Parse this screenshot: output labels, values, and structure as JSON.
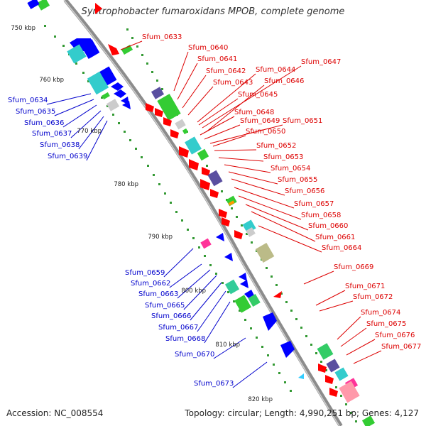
{
  "title": "Syntrophobacter fumaroxidans MPOB, complete genome",
  "footer": {
    "accession": "Accession: NC_008554",
    "summary": "Topology: circular; Length: 4,990,251 bp; Genes: 4,127"
  },
  "colors": {
    "forward_label": "#dd0000",
    "reverse_label": "#0000cc",
    "backbone": "#8c8c8c",
    "tick": "#339933"
  },
  "kbp_ticks": [
    {
      "label": "750 kbp"
    },
    {
      "label": "760 kbp"
    },
    {
      "label": "770 kbp"
    },
    {
      "label": "780 kbp"
    },
    {
      "label": "790 kbp"
    },
    {
      "label": "800 kbp"
    },
    {
      "label": "810 kbp"
    },
    {
      "label": "820 kbp"
    }
  ],
  "forward_labels": [
    "Sfum_0633",
    "Sfum_0640",
    "Sfum_0641",
    "Sfum_0642",
    "Sfum_0643",
    "Sfum_0644",
    "Sfum_0647",
    "Sfum_0646",
    "Sfum_0645",
    "Sfum_0648",
    "Sfum_0649",
    "Sfum_0651",
    "Sfum_0650",
    "Sfum_0652",
    "Sfum_0653",
    "Sfum_0654",
    "Sfum_0655",
    "Sfum_0656",
    "Sfum_0657",
    "Sfum_0658",
    "Sfum_0660",
    "Sfum_0661",
    "Sfum_0664",
    "Sfum_0669",
    "Sfum_0671",
    "Sfum_0672",
    "Sfum_0674",
    "Sfum_0675",
    "Sfum_0676",
    "Sfum_0677"
  ],
  "reverse_labels": [
    "Sfum_0634",
    "Sfum_0635",
    "Sfum_0636",
    "Sfum_0637",
    "Sfum_0638",
    "Sfum_0639",
    "Sfum_0659",
    "Sfum_0662",
    "Sfum_0663",
    "Sfum_0665",
    "Sfum_0666",
    "Sfum_0667",
    "Sfum_0668",
    "Sfum_0670",
    "Sfum_0673"
  ]
}
